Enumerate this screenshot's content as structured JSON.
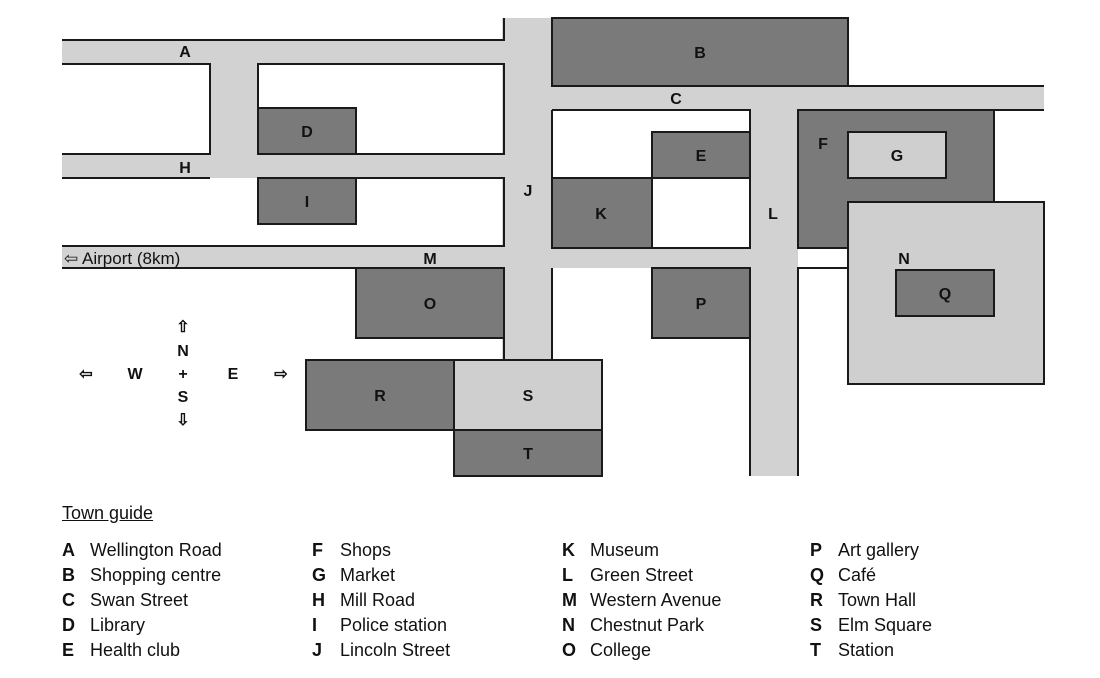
{
  "map": {
    "road_labels": {
      "A": "A",
      "C": "C",
      "H": "H",
      "J": "J",
      "L": "L",
      "M": "M",
      "N": "N"
    },
    "place_labels": {
      "B": "B",
      "D": "D",
      "E": "E",
      "F": "F",
      "G": "G",
      "I": "I",
      "K": "K",
      "O": "O",
      "P": "P",
      "Q": "Q",
      "R": "R",
      "S": "S",
      "T": "T"
    },
    "airport_label": "⇦ Airport (8km)",
    "compass": {
      "north": "N",
      "south": "S",
      "east": "E",
      "west": "W",
      "center": "+",
      "up_arrow": "⇧",
      "down_arrow": "⇩",
      "left_arrow": "⇦",
      "right_arrow": "⇨"
    },
    "colors": {
      "road": "#d2d2d2",
      "building": "#7a7a7a",
      "light_area": "#cfcfcf",
      "outline": "#1a1a1a"
    }
  },
  "guide": {
    "title": "Town guide",
    "columns": [
      [
        {
          "letter": "A",
          "name": "Wellington Road"
        },
        {
          "letter": "B",
          "name": "Shopping centre"
        },
        {
          "letter": "C",
          "name": "Swan Street"
        },
        {
          "letter": "D",
          "name": "Library"
        },
        {
          "letter": "E",
          "name": "Health club"
        }
      ],
      [
        {
          "letter": "F",
          "name": "Shops"
        },
        {
          "letter": "G",
          "name": "Market"
        },
        {
          "letter": "H",
          "name": "Mill Road"
        },
        {
          "letter": "I",
          "name": "Police station"
        },
        {
          "letter": "J",
          "name": "Lincoln Street"
        }
      ],
      [
        {
          "letter": "K",
          "name": "Museum"
        },
        {
          "letter": "L",
          "name": "Green Street"
        },
        {
          "letter": "M",
          "name": "Western Avenue"
        },
        {
          "letter": "N",
          "name": "Chestnut Park"
        },
        {
          "letter": "O",
          "name": "College"
        }
      ],
      [
        {
          "letter": "P",
          "name": "Art gallery"
        },
        {
          "letter": "Q",
          "name": "Café"
        },
        {
          "letter": "R",
          "name": "Town Hall"
        },
        {
          "letter": "S",
          "name": "Elm Square"
        },
        {
          "letter": "T",
          "name": "Station"
        }
      ]
    ]
  }
}
